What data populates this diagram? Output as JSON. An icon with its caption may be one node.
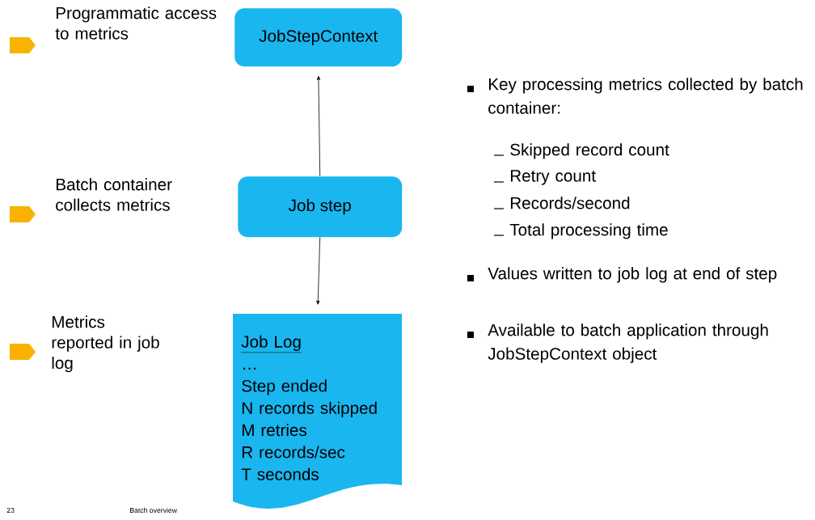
{
  "diagram": {
    "nodes": [
      {
        "text": [
          "JobStepContext"
        ]
      },
      {
        "text": [
          "Job step"
        ]
      },
      {
        "text": [
          "Job Log",
          "…",
          "Step ended",
          "N records skipped",
          "M retries",
          "R records/sec",
          "T seconds"
        ]
      }
    ],
    "edges": [
      {
        "from": 1,
        "to": 0,
        "arrow": "to"
      },
      {
        "from": 1,
        "to": 2,
        "arrow": "to"
      }
    ],
    "labels": [
      "Programmatic access to metrics",
      "Batch container collects metrics",
      "Metrics reported in job log",
      "Key processing metrics collected by batch container:",
      "Skipped record count",
      "Retry count",
      "Records/second",
      "Total processing time",
      "Values written to job log at end of step",
      "Available to batch application through JobStepContext object",
      "23",
      "Batch overview"
    ]
  }
}
